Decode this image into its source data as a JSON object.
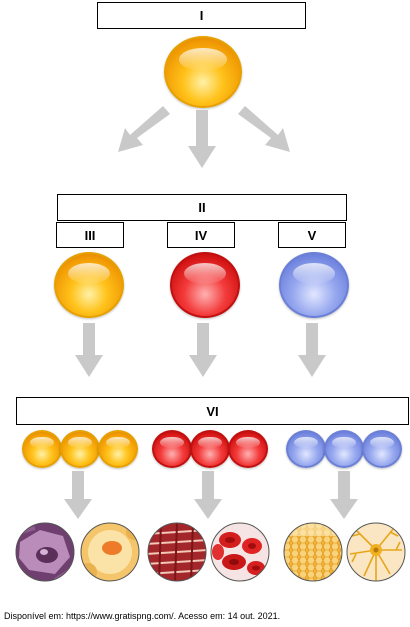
{
  "labels": {
    "top": "I",
    "row2": "II",
    "sub_left": "III",
    "sub_middle": "IV",
    "sub_right": "V",
    "row3": "VI"
  },
  "colors": {
    "orange_cell": "#f5a70a",
    "red_cell": "#e02020",
    "blue_cell": "#8797e6",
    "arrow": "#c9c9c9"
  },
  "tissues": [
    {
      "icon": "epithelial-cell-icon"
    },
    {
      "icon": "adipose-cell-icon"
    },
    {
      "icon": "muscle-fiber-icon"
    },
    {
      "icon": "red-blood-cells-icon"
    },
    {
      "icon": "bone-tissue-icon"
    },
    {
      "icon": "neuron-icon"
    }
  ],
  "caption": "Disponível em: https://www.gratispng.com/. Acesso em: 14 out. 2021."
}
